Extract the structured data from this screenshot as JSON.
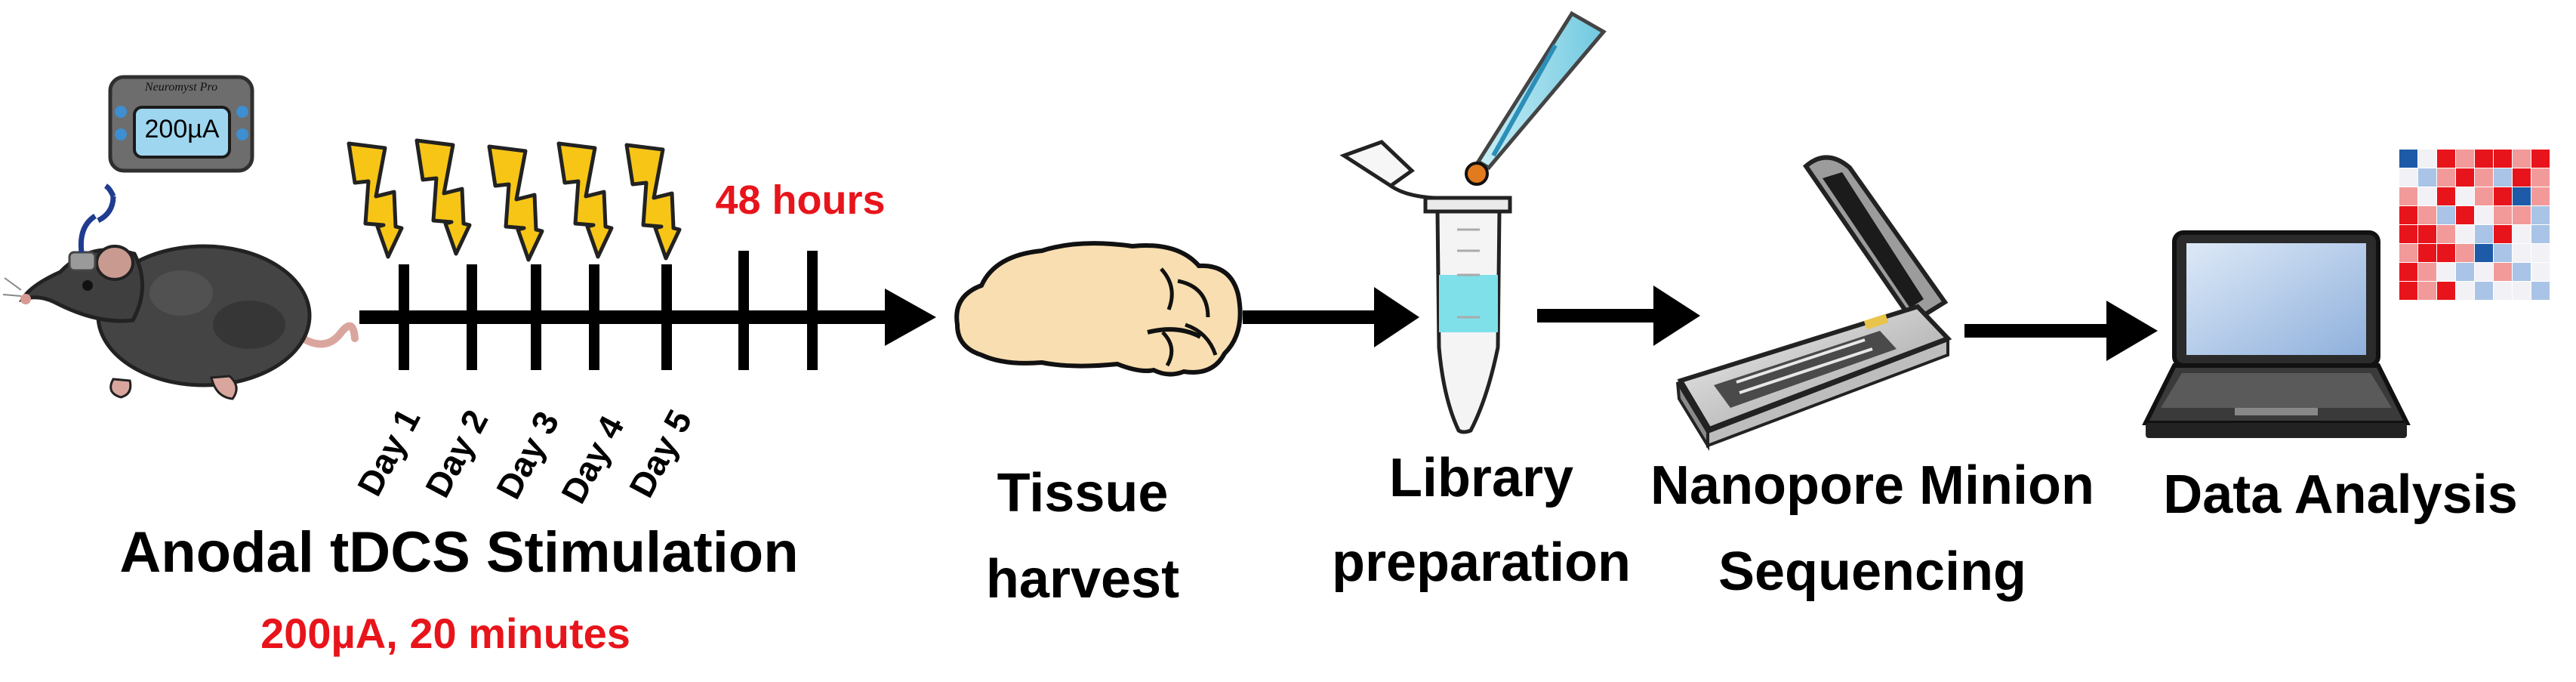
{
  "device": {
    "brand": "Neuromyst Pro",
    "reading": "200µA"
  },
  "timeline": {
    "days": [
      "Day 1",
      "Day 2",
      "Day 3",
      "Day 4",
      "Day 5"
    ],
    "wait_label": "48 hours"
  },
  "steps": {
    "stimulation": {
      "title": "Anodal tDCS Stimulation",
      "subtitle": "200µA, 20 minutes"
    },
    "tissue": {
      "line1": "Tissue",
      "line2": "harvest"
    },
    "library": {
      "line1": "Library",
      "line2": "preparation"
    },
    "sequencing": {
      "line1": "Nanopore Minion",
      "line2": "Sequencing"
    },
    "analysis": {
      "title": "Data Analysis"
    }
  },
  "colors": {
    "accent_red": "#e8141b",
    "bolt_yellow": "#f6c516",
    "brain": "#f8deb0",
    "mouse": "#3f3f3f",
    "device_screen": "#9fd6ef",
    "liquid": "#7fe0ea",
    "heatmap_red": "#e8141b",
    "heatmap_blue": "#1d5aa8"
  },
  "heatmap": {
    "rows": [
      [
        -2,
        0,
        2,
        1,
        2,
        2,
        1,
        2
      ],
      [
        0,
        -1,
        1,
        2,
        1,
        -1,
        2,
        1
      ],
      [
        1,
        0,
        2,
        0,
        1,
        2,
        -2,
        1
      ],
      [
        2,
        1,
        -1,
        2,
        0,
        1,
        1,
        -1
      ],
      [
        2,
        2,
        1,
        0,
        -1,
        2,
        0,
        -1
      ],
      [
        1,
        2,
        2,
        1,
        -2,
        -1,
        0,
        0
      ],
      [
        2,
        1,
        0,
        -1,
        0,
        1,
        -1,
        0
      ],
      [
        2,
        1,
        2,
        0,
        -1,
        0,
        0,
        -1
      ]
    ]
  }
}
